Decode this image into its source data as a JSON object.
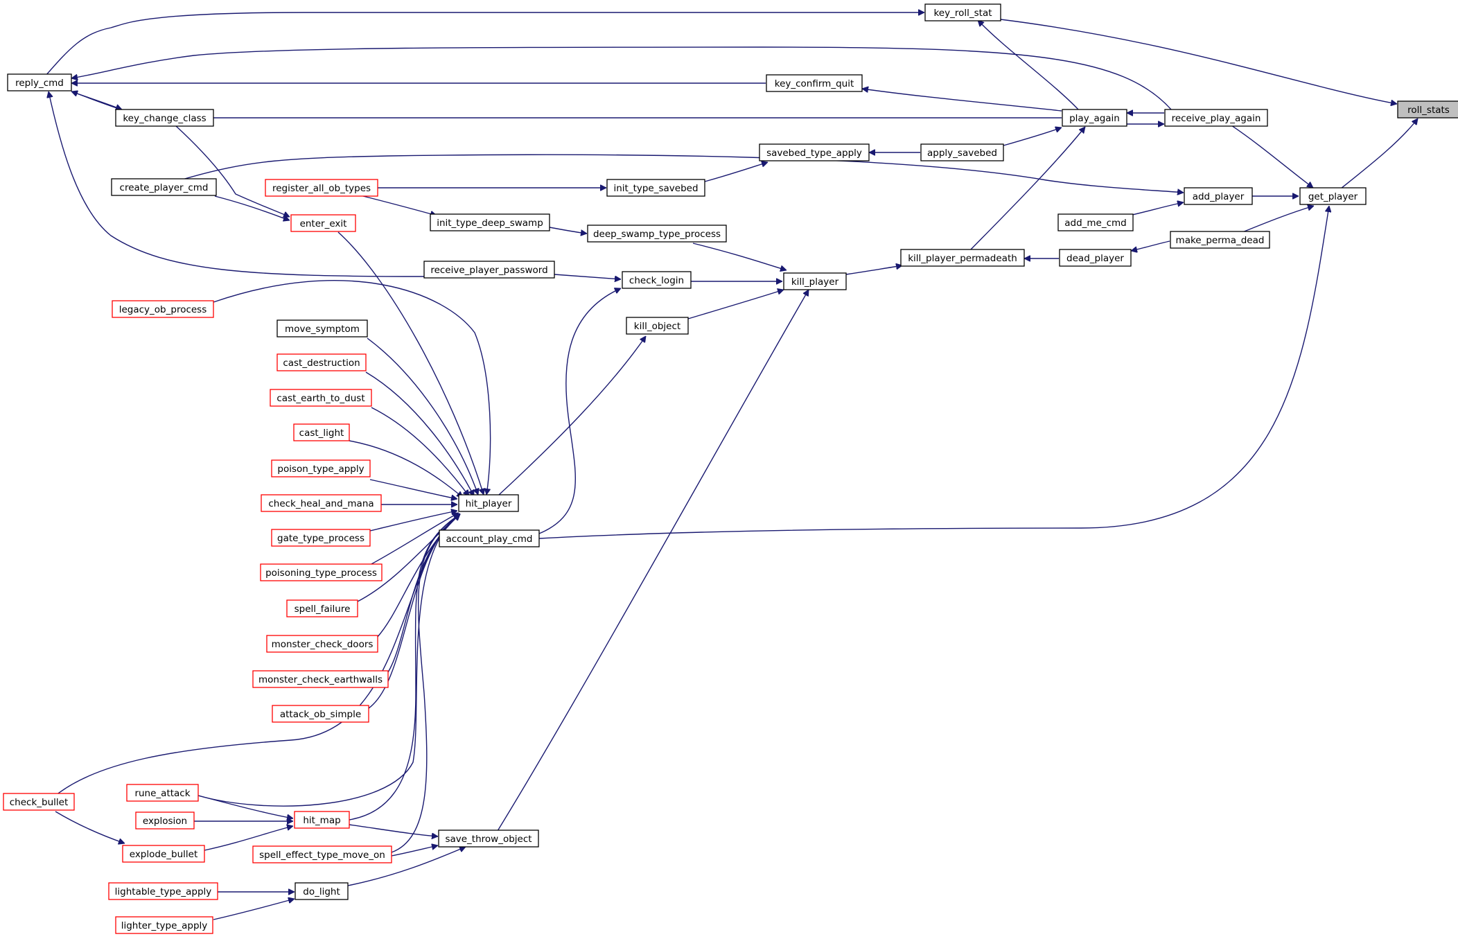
{
  "colors": {
    "edge": "#191970",
    "border_normal": "#000000",
    "border_external": "#ff0000",
    "root_fill": "#bfbfbf"
  },
  "nodes": [
    {
      "id": "roll_stats",
      "label": "roll_stats",
      "kind": "root"
    },
    {
      "id": "key_roll_stat",
      "label": "key_roll_stat",
      "kind": "normal"
    },
    {
      "id": "get_player",
      "label": "get_player",
      "kind": "normal"
    },
    {
      "id": "reply_cmd",
      "label": "reply_cmd",
      "kind": "normal"
    },
    {
      "id": "key_confirm_quit",
      "label": "key_confirm_quit",
      "kind": "normal"
    },
    {
      "id": "play_again",
      "label": "play_again",
      "kind": "normal"
    },
    {
      "id": "receive_play_again",
      "label": "receive_play_again",
      "kind": "normal"
    },
    {
      "id": "key_change_class",
      "label": "key_change_class",
      "kind": "normal"
    },
    {
      "id": "savebed_type_apply",
      "label": "savebed_type_apply",
      "kind": "normal"
    },
    {
      "id": "apply_savebed",
      "label": "apply_savebed",
      "kind": "normal"
    },
    {
      "id": "create_player_cmd",
      "label": "create_player_cmd",
      "kind": "normal"
    },
    {
      "id": "register_all_ob_types",
      "label": "register_all_ob_types",
      "kind": "external"
    },
    {
      "id": "init_type_savebed",
      "label": "init_type_savebed",
      "kind": "normal"
    },
    {
      "id": "add_player",
      "label": "add_player",
      "kind": "normal"
    },
    {
      "id": "enter_exit",
      "label": "enter_exit",
      "kind": "external"
    },
    {
      "id": "init_type_deep_swamp",
      "label": "init_type_deep_swamp",
      "kind": "normal"
    },
    {
      "id": "add_me_cmd",
      "label": "add_me_cmd",
      "kind": "normal"
    },
    {
      "id": "deep_swamp_type_process",
      "label": "deep_swamp_type_process",
      "kind": "normal"
    },
    {
      "id": "make_perma_dead",
      "label": "make_perma_dead",
      "kind": "normal"
    },
    {
      "id": "kill_player_permadeath",
      "label": "kill_player_permadeath",
      "kind": "normal"
    },
    {
      "id": "dead_player",
      "label": "dead_player",
      "kind": "normal"
    },
    {
      "id": "receive_player_password",
      "label": "receive_player_password",
      "kind": "normal"
    },
    {
      "id": "check_login",
      "label": "check_login",
      "kind": "normal"
    },
    {
      "id": "kill_player",
      "label": "kill_player",
      "kind": "normal"
    },
    {
      "id": "legacy_ob_process",
      "label": "legacy_ob_process",
      "kind": "external"
    },
    {
      "id": "kill_object",
      "label": "kill_object",
      "kind": "normal"
    },
    {
      "id": "move_symptom",
      "label": "move_symptom",
      "kind": "normal"
    },
    {
      "id": "cast_destruction",
      "label": "cast_destruction",
      "kind": "external"
    },
    {
      "id": "cast_earth_to_dust",
      "label": "cast_earth_to_dust",
      "kind": "external"
    },
    {
      "id": "cast_light",
      "label": "cast_light",
      "kind": "external"
    },
    {
      "id": "poison_type_apply",
      "label": "poison_type_apply",
      "kind": "external"
    },
    {
      "id": "check_heal_and_mana",
      "label": "check_heal_and_mana",
      "kind": "external"
    },
    {
      "id": "hit_player",
      "label": "hit_player",
      "kind": "normal"
    },
    {
      "id": "gate_type_process",
      "label": "gate_type_process",
      "kind": "external"
    },
    {
      "id": "account_play_cmd",
      "label": "account_play_cmd",
      "kind": "normal"
    },
    {
      "id": "poisoning_type_process",
      "label": "poisoning_type_process",
      "kind": "external"
    },
    {
      "id": "spell_failure",
      "label": "spell_failure",
      "kind": "external"
    },
    {
      "id": "monster_check_doors",
      "label": "monster_check_doors",
      "kind": "external"
    },
    {
      "id": "monster_check_earthwalls",
      "label": "monster_check_earthwalls",
      "kind": "external"
    },
    {
      "id": "attack_ob_simple",
      "label": "attack_ob_simple",
      "kind": "external"
    },
    {
      "id": "rune_attack",
      "label": "rune_attack",
      "kind": "external"
    },
    {
      "id": "check_bullet",
      "label": "check_bullet",
      "kind": "external"
    },
    {
      "id": "explosion",
      "label": "explosion",
      "kind": "external"
    },
    {
      "id": "hit_map",
      "label": "hit_map",
      "kind": "external"
    },
    {
      "id": "save_throw_object",
      "label": "save_throw_object",
      "kind": "normal"
    },
    {
      "id": "explode_bullet",
      "label": "explode_bullet",
      "kind": "external"
    },
    {
      "id": "spell_effect_type_move_on",
      "label": "spell_effect_type_move_on",
      "kind": "external"
    },
    {
      "id": "lightable_type_apply",
      "label": "lightable_type_apply",
      "kind": "external"
    },
    {
      "id": "do_light",
      "label": "do_light",
      "kind": "normal"
    },
    {
      "id": "lighter_type_apply",
      "label": "lighter_type_apply",
      "kind": "external"
    }
  ]
}
